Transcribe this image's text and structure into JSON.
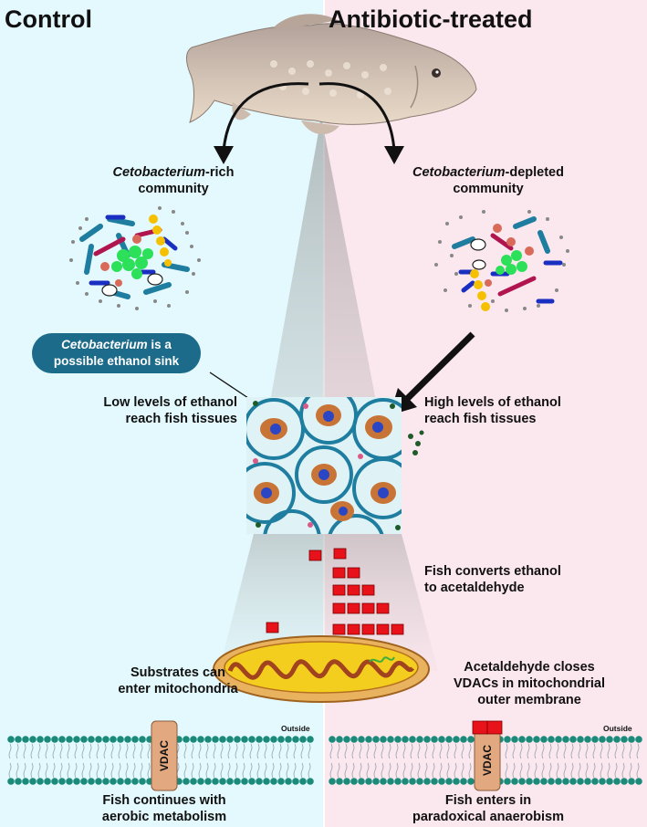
{
  "headings": {
    "left": "Control",
    "right": "Antibiotic-treated"
  },
  "communities": {
    "left": {
      "genus": "Cetobacterium",
      "suffix": "-rich",
      "line2": "community"
    },
    "right": {
      "genus": "Cetobacterium",
      "suffix": "-depleted",
      "line2": "community"
    }
  },
  "sink": {
    "genus": "Cetobacterium",
    "rest1": " is a",
    "line2": "possible ethanol sink"
  },
  "ethanol": {
    "low_line1": "Low levels of ethanol",
    "low_line2": "reach fish tissues",
    "high_line1": "High levels of ethanol",
    "high_line2": "reach fish tissues"
  },
  "conversion": {
    "line1": "Fish converts ethanol",
    "line2": "to acetaldehyde"
  },
  "substrates": {
    "line1": "Substrates can",
    "line2": "enter mitochondria"
  },
  "acetaldehyde": {
    "line1": "Acetaldehyde closes",
    "line2": "VDACs in mitochondrial",
    "line3": "outer membrane"
  },
  "membrane": {
    "outside_left": "Outside",
    "outside_right": "Outside",
    "vdac_left": "VDAC",
    "vdac_right": "VDAC"
  },
  "outcomes": {
    "left_line1": "Fish continues with",
    "left_line2": "aerobic metabolism",
    "right_line1": "Fish enters in",
    "right_line2": "paradoxical anaerobism"
  },
  "colors": {
    "control_bg": "#e3f9fd",
    "treated_bg": "#fbe7ee",
    "teal": "#1d6b8a",
    "acetaldehyde": "#e8121b",
    "membrane_head": "#1a8a7a",
    "vdac": "#e2a87f"
  }
}
